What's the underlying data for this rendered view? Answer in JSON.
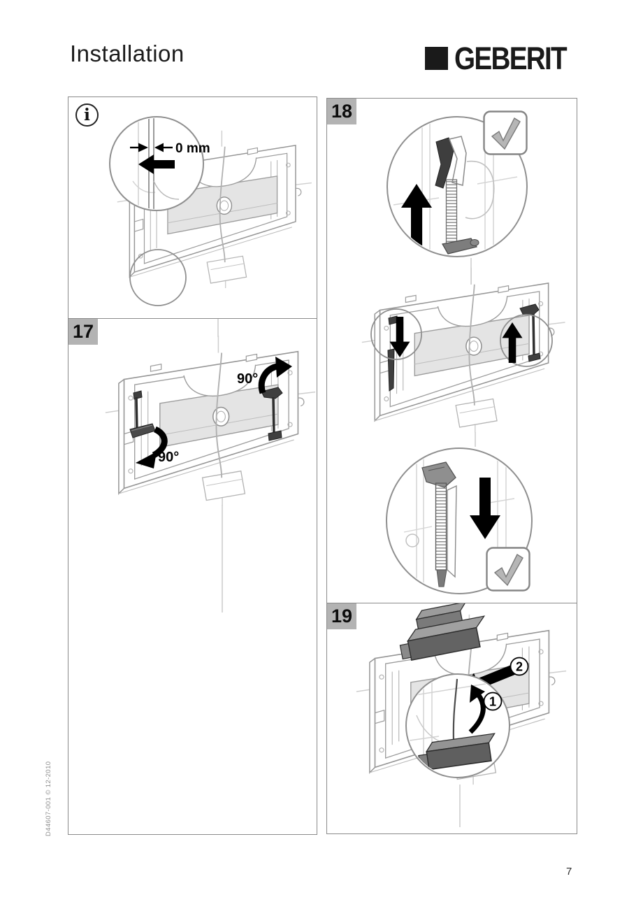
{
  "header": {
    "title": "Installation",
    "brand": "GEBERIT"
  },
  "footer": {
    "doc_ref": "D44607-001 © 12-2010",
    "page_number": "7"
  },
  "panels": {
    "info": {
      "icon_glyph": "i",
      "gap_label": "0 mm"
    },
    "step17": {
      "number": "17",
      "angle_left": "90°",
      "angle_right": "90°"
    },
    "step18": {
      "number": "18"
    },
    "step19": {
      "number": "19",
      "substep_1": "1",
      "substep_2": "2"
    }
  },
  "colors": {
    "step_badge_bg": "#b3b3b3",
    "drawing_line": "#969696",
    "dark_part": "#3f3f3f",
    "panel_border": "#8a8a8a",
    "check_gray": "#b6b6b6"
  }
}
